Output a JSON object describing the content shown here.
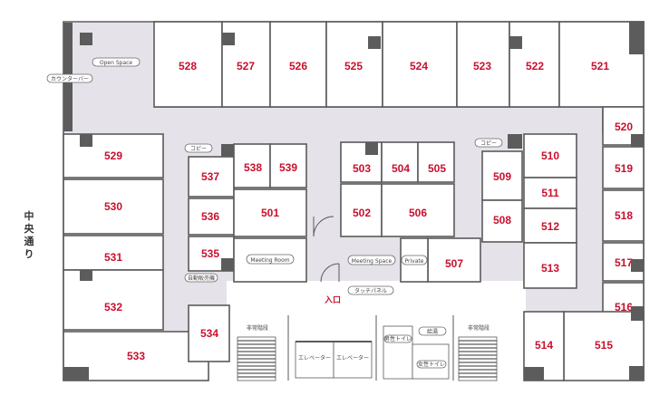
{
  "street_label": "中央通り",
  "entrance_label": "入口",
  "labels": {
    "open_space": "Open Space",
    "counter_bar": "カウンターバー",
    "copy_1": "コピー",
    "copy_2": "コピー",
    "vending": "自動販売機",
    "meeting_room": "Meeting Room",
    "meeting_space": "Meeting Space",
    "private": "Private",
    "touch_panel": "タッチパネル",
    "stairs_1": "非常階段",
    "stairs_2": "非常階段",
    "elevator_1": "エレベーター",
    "elevator_2": "エレベーター",
    "mens_toilet": "男性トイレ",
    "womens_toilet": "女性トイレ",
    "kitchenette": "給湯"
  },
  "rooms": {
    "r501": "501",
    "r502": "502",
    "r503": "503",
    "r504": "504",
    "r505": "505",
    "r506": "506",
    "r507": "507",
    "r508": "508",
    "r509": "509",
    "r510": "510",
    "r511": "511",
    "r512": "512",
    "r513": "513",
    "r514": "514",
    "r515": "515",
    "r516": "516",
    "r517": "517",
    "r518": "518",
    "r519": "519",
    "r520": "520",
    "r521": "521",
    "r522": "522",
    "r523": "523",
    "r524": "524",
    "r525": "525",
    "r526": "526",
    "r527": "527",
    "r528": "528",
    "r529": "529",
    "r530": "530",
    "r531": "531",
    "r532": "532",
    "r533": "533",
    "r534": "534",
    "r535": "535",
    "r536": "536",
    "r537": "537",
    "r538": "538",
    "r539": "539"
  },
  "colors": {
    "corridor": "#e6e2ea",
    "room_number": "#c8102e",
    "wall": "#5a5a5a"
  }
}
